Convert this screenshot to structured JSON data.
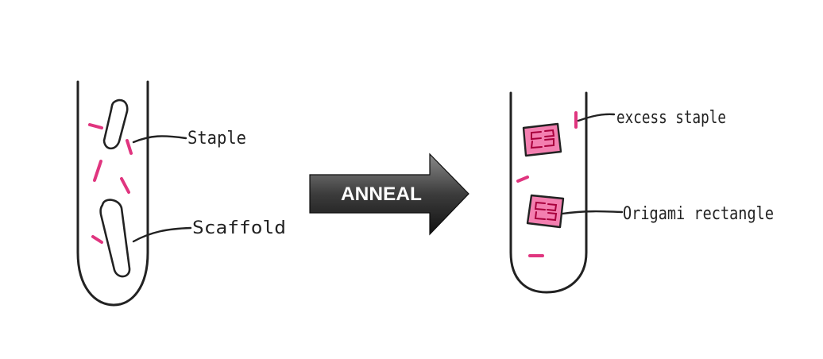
{
  "colors": {
    "ink": "#222222",
    "strand": "#e0357f",
    "origami_fill": "#f37fb0",
    "arrow_light": "#8a8a8a",
    "arrow_dark": "#121212",
    "arrow_text": "#ffffff"
  },
  "left_tube": {
    "staple_label": "Staple",
    "scaffold_label": "Scaffold"
  },
  "arrow": {
    "label": "ANNEAL"
  },
  "right_tube": {
    "excess_label": "excess staple",
    "origami_label": "Origami rectangle"
  }
}
